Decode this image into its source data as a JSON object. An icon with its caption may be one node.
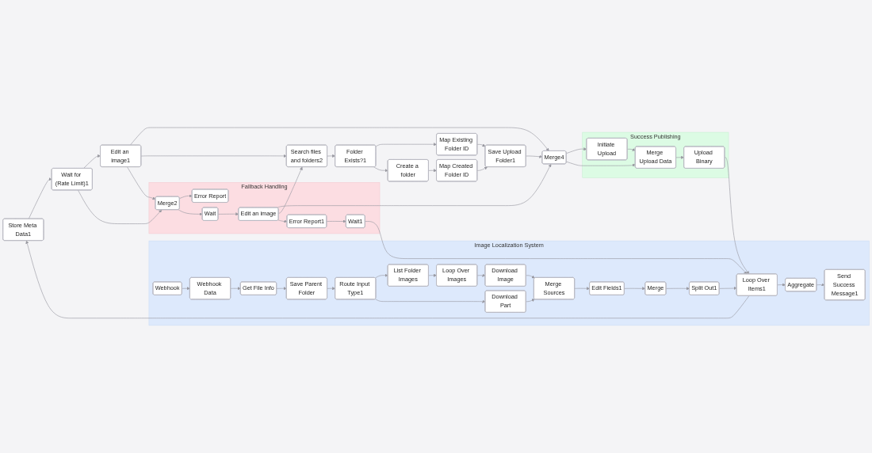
{
  "diagram": {
    "nodes": [
      {
        "text": [
          "Image Localization System"
        ]
      },
      {
        "text": [
          "Webhook"
        ],
        "in": 0
      },
      {
        "text": [
          "Webhook Data"
        ],
        "in": 0
      },
      {
        "text": [
          "Get File Info"
        ],
        "in": 0
      },
      {
        "text": [
          "Save Parent Folder"
        ],
        "in": 0
      },
      {
        "text": [
          "Route Input Type1"
        ],
        "in": 0
      },
      {
        "text": [
          "List Folder Images"
        ],
        "in": 0
      },
      {
        "text": [
          "Loop Over Images"
        ],
        "in": 0
      },
      {
        "text": [
          "Download Image"
        ],
        "in": 0
      },
      {
        "text": [
          "Download Part"
        ],
        "in": 0
      },
      {
        "text": [
          "Merge Sources"
        ],
        "in": 0
      },
      {
        "text": [
          "Edit Fields1"
        ],
        "in": 0
      },
      {
        "text": [
          "Merge"
        ],
        "in": 0
      },
      {
        "text": [
          "Split Out1"
        ],
        "in": 0
      },
      {
        "text": [
          "Loop Over Items1"
        ],
        "in": 0
      },
      {
        "text": [
          "Aggregate"
        ],
        "in": 0
      },
      {
        "text": [
          "Send Success Message1"
        ],
        "in": 0
      },
      {
        "text": [
          "Store Meta Data1"
        ]
      },
      {
        "text": [
          "Wait for (Rate Limit)1"
        ]
      },
      {
        "text": [
          "Edit an image1"
        ]
      },
      {
        "text": [
          "Search files and folders2"
        ]
      },
      {
        "text": [
          "Folder Exists?1"
        ]
      },
      {
        "text": [
          "Map Existing Folder ID"
        ]
      },
      {
        "text": [
          "Create a folder"
        ]
      },
      {
        "text": [
          "Map Created Folder ID"
        ]
      },
      {
        "text": [
          "Save Upload Folder1"
        ]
      },
      {
        "text": [
          "Merge4"
        ]
      },
      {
        "text": [
          "Success Publishing"
        ]
      },
      {
        "text": [
          "Initiate Upload"
        ],
        "in": 27
      },
      {
        "text": [
          "Merge Upload Data"
        ],
        "in": 27
      },
      {
        "text": [
          "Upload Binary"
        ],
        "in": 27
      },
      {
        "text": [
          "Fallback Handling"
        ]
      },
      {
        "text": [
          "Merge2"
        ],
        "in": 31
      },
      {
        "text": [
          "Error Report"
        ],
        "in": 31
      },
      {
        "text": [
          "Wait"
        ],
        "in": 31
      },
      {
        "text": [
          "Edit an image"
        ],
        "in": 31
      },
      {
        "text": [
          "Error Report1"
        ],
        "in": 31
      },
      {
        "text": [
          "Wait1"
        ],
        "in": 31
      }
    ],
    "edges": [
      {
        "from": 1,
        "to": 2,
        "arrow": "to"
      },
      {
        "from": 2,
        "to": 3,
        "arrow": "to"
      },
      {
        "from": 3,
        "to": 4,
        "arrow": "to"
      },
      {
        "from": 4,
        "to": 5,
        "arrow": "to"
      },
      {
        "from": 5,
        "to": 6,
        "arrow": "to"
      },
      {
        "from": 5,
        "to": 9,
        "arrow": "to"
      },
      {
        "from": 6,
        "to": 7,
        "arrow": "to"
      },
      {
        "from": 7,
        "to": 8,
        "arrow": "to"
      },
      {
        "from": 8,
        "to": 10,
        "arrow": "to"
      },
      {
        "from": 9,
        "to": 10,
        "arrow": "to"
      },
      {
        "from": 10,
        "to": 11,
        "arrow": "to"
      },
      {
        "from": 11,
        "to": 12,
        "arrow": "to"
      },
      {
        "from": 12,
        "to": 13,
        "arrow": "to"
      },
      {
        "from": 13,
        "to": 14,
        "arrow": "to"
      },
      {
        "from": 14,
        "to": 15,
        "arrow": "to"
      },
      {
        "from": 15,
        "to": 16,
        "arrow": "to"
      },
      {
        "from": 14,
        "to": 17,
        "arrow": "to"
      },
      {
        "from": 17,
        "to": 18,
        "arrow": "to"
      },
      {
        "from": 18,
        "to": 19,
        "arrow": "to"
      },
      {
        "from": 18,
        "to": 32,
        "arrow": "to"
      },
      {
        "from": 19,
        "to": 26,
        "arrow": "to"
      },
      {
        "from": 19,
        "to": 20,
        "arrow": "to"
      },
      {
        "from": 19,
        "to": 32,
        "arrow": "to"
      },
      {
        "from": 20,
        "to": 21,
        "arrow": "to"
      },
      {
        "from": 21,
        "to": 22,
        "arrow": "to"
      },
      {
        "from": 21,
        "to": 23,
        "arrow": "to"
      },
      {
        "from": 23,
        "to": 24,
        "arrow": "to"
      },
      {
        "from": 22,
        "to": 25,
        "arrow": "to"
      },
      {
        "from": 24,
        "to": 25,
        "arrow": "to"
      },
      {
        "from": 25,
        "to": 26,
        "arrow": "to"
      },
      {
        "from": 26,
        "to": 28,
        "arrow": "to"
      },
      {
        "from": 26,
        "to": 29,
        "arrow": "to"
      },
      {
        "from": 28,
        "to": 29,
        "arrow": "to"
      },
      {
        "from": 29,
        "to": 30,
        "arrow": "to"
      },
      {
        "from": 30,
        "to": 14,
        "arrow": "to"
      },
      {
        "from": 32,
        "to": 33,
        "arrow": "to"
      },
      {
        "from": 32,
        "to": 34,
        "arrow": "to"
      },
      {
        "from": 34,
        "to": 35,
        "arrow": "to"
      },
      {
        "from": 35,
        "to": 26,
        "arrow": "to"
      },
      {
        "from": 35,
        "to": 20,
        "arrow": "to"
      },
      {
        "from": 35,
        "to": 36,
        "arrow": "to"
      },
      {
        "from": 36,
        "to": 37,
        "arrow": "to"
      },
      {
        "from": 37,
        "to": 14,
        "arrow": "to"
      }
    ]
  }
}
